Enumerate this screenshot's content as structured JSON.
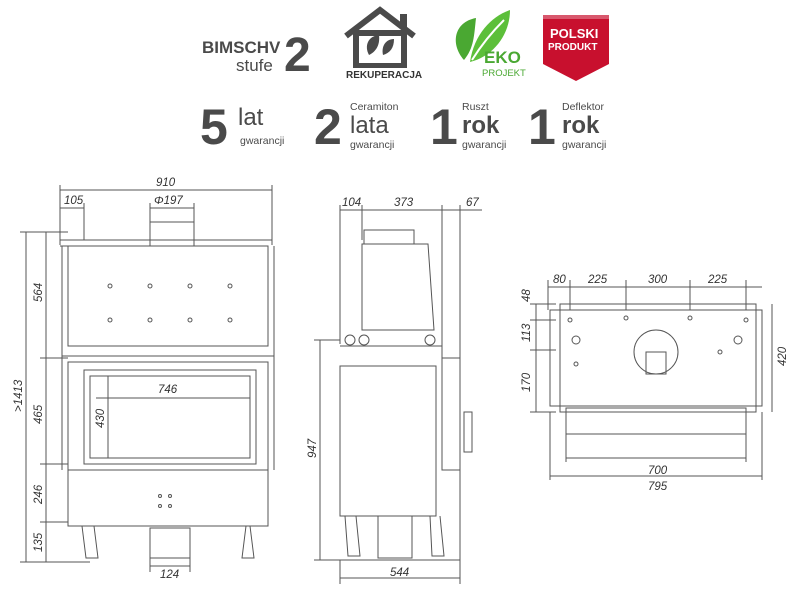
{
  "badges": {
    "bimschv": {
      "line1": "BIMSCHV",
      "line2": "stufe",
      "number": "2"
    },
    "rekuperacja": {
      "label": "REKUPERACJA"
    },
    "eko": {
      "title": "EKO",
      "subtitle": "PROJEKT"
    },
    "polski": {
      "line1": "POLSKI",
      "line2": "PRODUKT"
    }
  },
  "guarantees": [
    {
      "number": "5",
      "word": "lat",
      "caption": "gwarancji",
      "prefix": ""
    },
    {
      "number": "2",
      "word": "lata",
      "caption": "gwarancji",
      "prefix": "Ceramiton"
    },
    {
      "number": "1",
      "word": "rok",
      "caption": "gwarancji",
      "prefix": "Ruszt"
    },
    {
      "number": "1",
      "word": "rok",
      "caption": "gwarancji",
      "prefix": "Deflektor"
    }
  ],
  "front": {
    "width": "910",
    "left_offset": "105",
    "flue": "Φ197",
    "h_top": "564",
    "h_door": "465",
    "h_bottom": "246",
    "h_legs": "135",
    "total_height": ">1413",
    "glass_w": "746",
    "glass_h": "430",
    "leg_width": "124"
  },
  "side": {
    "top_left": "104",
    "top_mid": "373",
    "top_right": "67",
    "height": "947",
    "depth": "544"
  },
  "top_view": {
    "d80": "80",
    "d225a": "225",
    "d300": "300",
    "d225b": "225",
    "d48": "48",
    "d113": "113",
    "d170": "170",
    "d420": "420",
    "d700": "700",
    "d795": "795"
  },
  "colors": {
    "green": "#4aa832",
    "red": "#c8102e",
    "dark": "#4a4a4a"
  }
}
